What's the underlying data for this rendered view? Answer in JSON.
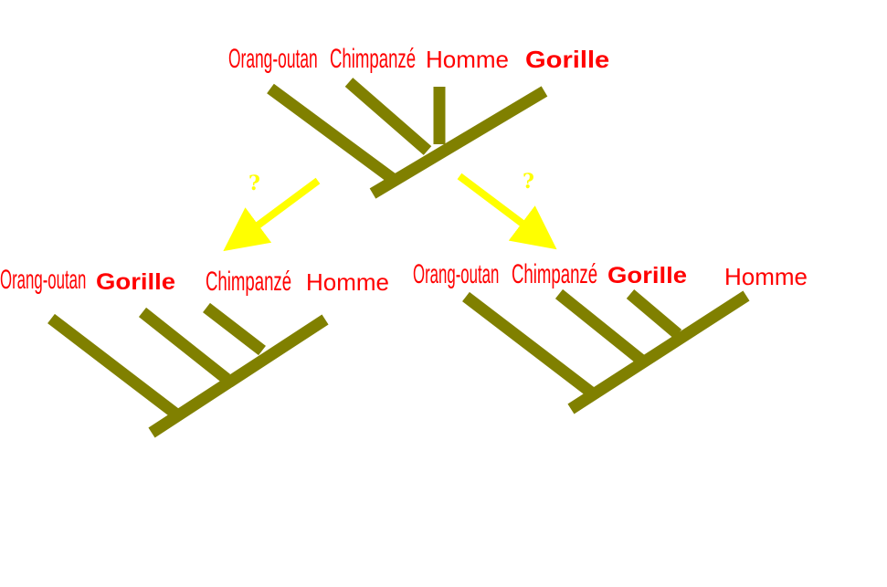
{
  "colors": {
    "branch": "#808000",
    "arrow": "#ffff00",
    "label": "#ff0000",
    "question": "#ffff00",
    "background": "#ffffff"
  },
  "trees": {
    "top": {
      "labels": [
        "Orang-outan",
        "Chimpanzé",
        "Homme",
        "Gorille"
      ]
    },
    "left": {
      "labels": [
        "Orang-outan",
        "Gorille",
        "Chimpanzé",
        "Homme"
      ]
    },
    "right": {
      "labels": [
        "Orang-outan",
        "Chimpanzé",
        "Gorille",
        "Homme"
      ]
    }
  },
  "arrows": {
    "left_mark": "?",
    "right_mark": "?"
  }
}
